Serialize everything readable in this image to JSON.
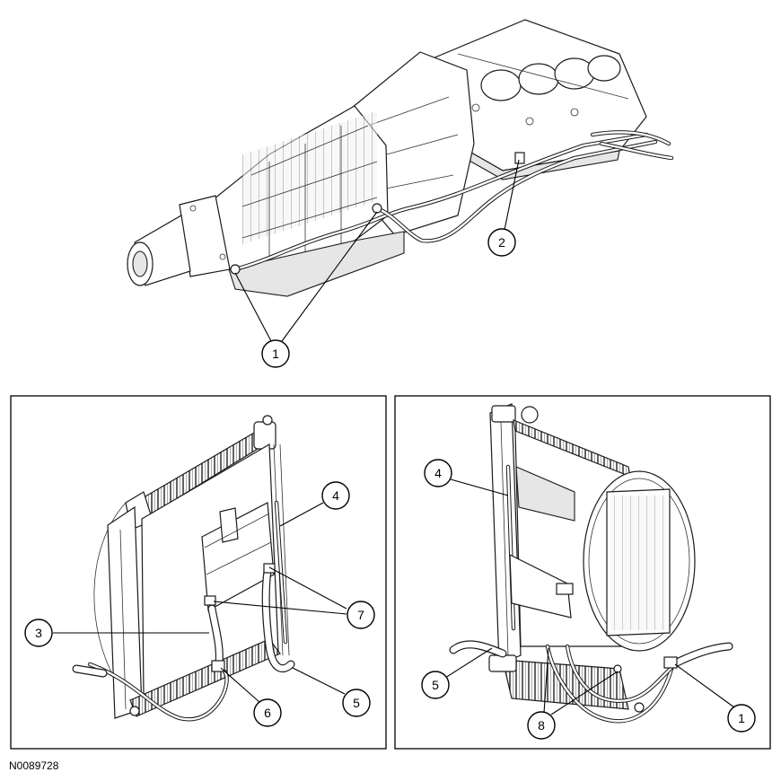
{
  "figure_id": "N0089728",
  "callouts": {
    "top_1": "1",
    "top_2": "2",
    "left_3": "3",
    "left_4": "4",
    "left_5": "5",
    "left_6": "6",
    "left_7": "7",
    "right_4": "4",
    "right_5": "5",
    "right_8": "8",
    "right_1": "1"
  }
}
